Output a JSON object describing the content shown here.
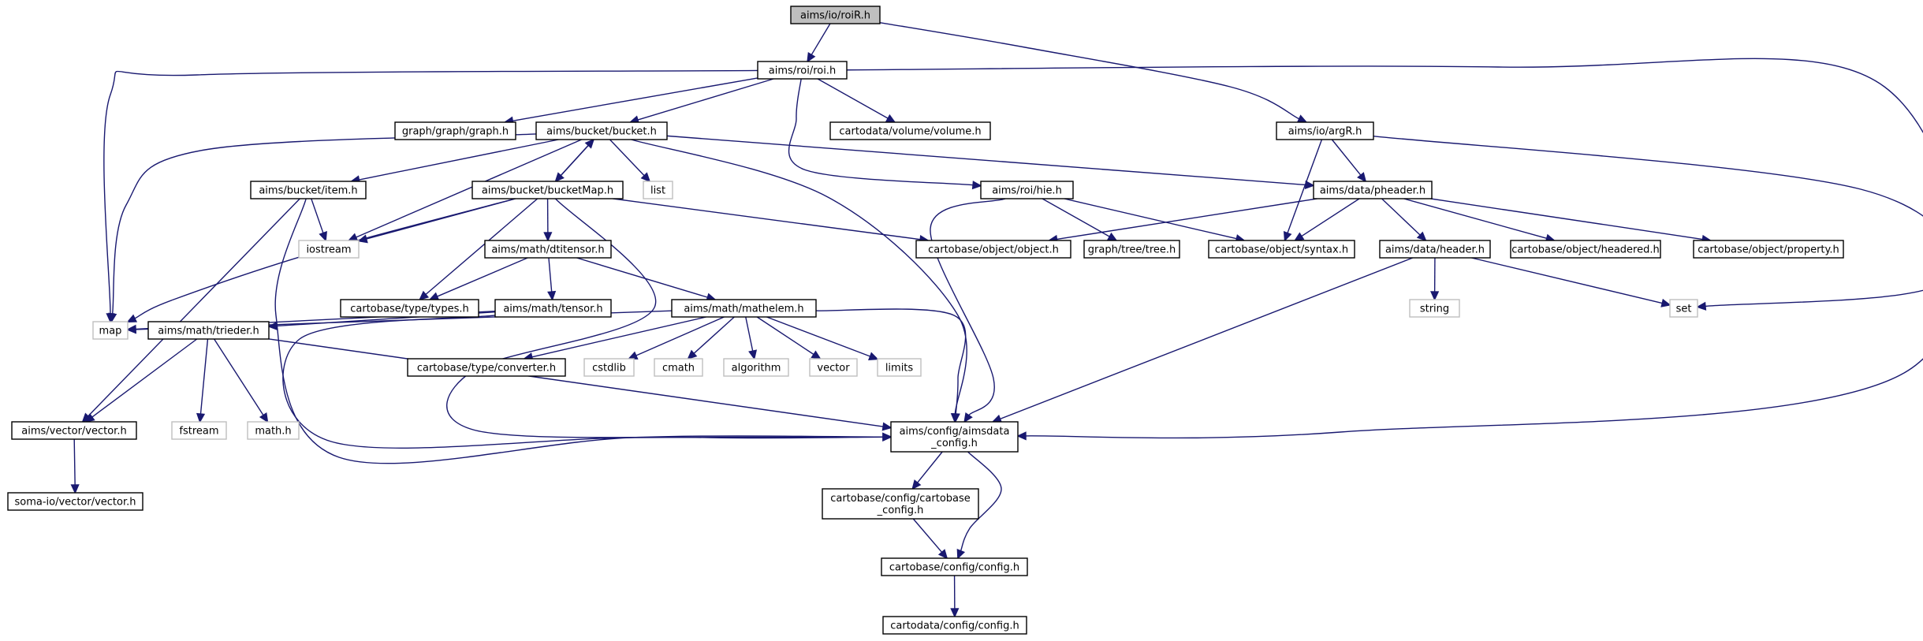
{
  "colors": {
    "edge": "#191970",
    "root_fill": "#bfbfbf",
    "system_border": "#bfbfbf",
    "node_border": "#000000"
  },
  "nodes": [
    {
      "id": "roiR",
      "kind": "root",
      "lines": [
        "aims/io/roiR.h"
      ]
    },
    {
      "id": "roi",
      "kind": "inc",
      "lines": [
        "aims/roi/roi.h"
      ]
    },
    {
      "id": "argR",
      "kind": "inc",
      "lines": [
        "aims/io/argR.h"
      ]
    },
    {
      "id": "graph",
      "kind": "inc",
      "lines": [
        "graph/graph/graph.h"
      ]
    },
    {
      "id": "bucket",
      "kind": "inc",
      "lines": [
        "aims/bucket/bucket.h"
      ]
    },
    {
      "id": "volume",
      "kind": "inc",
      "lines": [
        "cartodata/volume/volume.h"
      ]
    },
    {
      "id": "item",
      "kind": "inc",
      "lines": [
        "aims/bucket/item.h"
      ]
    },
    {
      "id": "bucketMap",
      "kind": "inc",
      "lines": [
        "aims/bucket/bucketMap.h"
      ]
    },
    {
      "id": "list",
      "kind": "sys",
      "lines": [
        "list"
      ]
    },
    {
      "id": "hie",
      "kind": "inc",
      "lines": [
        "aims/roi/hie.h"
      ]
    },
    {
      "id": "pheader",
      "kind": "inc",
      "lines": [
        "aims/data/pheader.h"
      ]
    },
    {
      "id": "iostream",
      "kind": "sys",
      "lines": [
        "iostream"
      ]
    },
    {
      "id": "dtitensor",
      "kind": "inc",
      "lines": [
        "aims/math/dtitensor.h"
      ]
    },
    {
      "id": "object",
      "kind": "inc",
      "lines": [
        "cartobase/object/object.h"
      ]
    },
    {
      "id": "tree",
      "kind": "inc",
      "lines": [
        "graph/tree/tree.h"
      ]
    },
    {
      "id": "syntax",
      "kind": "inc",
      "lines": [
        "cartobase/object/syntax.h"
      ]
    },
    {
      "id": "header",
      "kind": "inc",
      "lines": [
        "aims/data/header.h"
      ]
    },
    {
      "id": "headered",
      "kind": "inc",
      "lines": [
        "cartobase/object/headered.h"
      ]
    },
    {
      "id": "property",
      "kind": "inc",
      "lines": [
        "cartobase/object/property.h"
      ]
    },
    {
      "id": "types",
      "kind": "inc",
      "lines": [
        "cartobase/type/types.h"
      ]
    },
    {
      "id": "tensor",
      "kind": "inc",
      "lines": [
        "aims/math/tensor.h"
      ]
    },
    {
      "id": "mathelem",
      "kind": "inc",
      "lines": [
        "aims/math/mathelem.h"
      ]
    },
    {
      "id": "string",
      "kind": "sys",
      "lines": [
        "string"
      ]
    },
    {
      "id": "set",
      "kind": "sys",
      "lines": [
        "set"
      ]
    },
    {
      "id": "map",
      "kind": "sys",
      "lines": [
        "map"
      ]
    },
    {
      "id": "trieder",
      "kind": "inc",
      "lines": [
        "aims/math/trieder.h"
      ]
    },
    {
      "id": "converter",
      "kind": "inc",
      "lines": [
        "cartobase/type/converter.h"
      ]
    },
    {
      "id": "cstdlib",
      "kind": "sys",
      "lines": [
        "cstdlib"
      ]
    },
    {
      "id": "cmath",
      "kind": "sys",
      "lines": [
        "cmath"
      ]
    },
    {
      "id": "algorithm",
      "kind": "sys",
      "lines": [
        "algorithm"
      ]
    },
    {
      "id": "vector",
      "kind": "sys",
      "lines": [
        "vector"
      ]
    },
    {
      "id": "limits",
      "kind": "sys",
      "lines": [
        "limits"
      ]
    },
    {
      "id": "vectorh",
      "kind": "inc",
      "lines": [
        "aims/vector/vector.h"
      ]
    },
    {
      "id": "fstream",
      "kind": "sys",
      "lines": [
        "fstream"
      ]
    },
    {
      "id": "mathh",
      "kind": "sys",
      "lines": [
        "math.h"
      ]
    },
    {
      "id": "aimsdata_config",
      "kind": "inc",
      "lines": [
        "aims/config/aimsdata",
        "_config.h"
      ]
    },
    {
      "id": "somavector",
      "kind": "inc",
      "lines": [
        "soma-io/vector/vector.h"
      ]
    },
    {
      "id": "cartobase_config",
      "kind": "inc",
      "lines": [
        "cartobase/config/cartobase",
        "_config.h"
      ]
    },
    {
      "id": "config",
      "kind": "inc",
      "lines": [
        "cartobase/config/config.h"
      ]
    },
    {
      "id": "cartodata_config",
      "kind": "inc",
      "lines": [
        "cartodata/config/config.h"
      ]
    }
  ],
  "edges": [
    [
      "roiR",
      "roi"
    ],
    [
      "roiR",
      "argR"
    ],
    [
      "roi",
      "graph"
    ],
    [
      "roi",
      "bucket"
    ],
    [
      "roi",
      "volume"
    ],
    [
      "roi",
      "hie"
    ],
    [
      "roi",
      "map"
    ],
    [
      "roi",
      "aimsdata_config"
    ],
    [
      "argR",
      "pheader"
    ],
    [
      "argR",
      "syntax"
    ],
    [
      "argR",
      "set"
    ],
    [
      "bucket",
      "item"
    ],
    [
      "bucket",
      "bucketMap"
    ],
    [
      "bucket",
      "list"
    ],
    [
      "bucket",
      "iostream"
    ],
    [
      "bucket",
      "map"
    ],
    [
      "bucket",
      "pheader"
    ],
    [
      "bucket",
      "aimsdata_config"
    ],
    [
      "bucketMap",
      "bucket"
    ],
    [
      "bucketMap",
      "iostream"
    ],
    [
      "bucketMap",
      "dtitensor"
    ],
    [
      "bucketMap",
      "types"
    ],
    [
      "bucketMap",
      "map"
    ],
    [
      "bucketMap",
      "object"
    ],
    [
      "bucketMap",
      "aimsdata_config"
    ],
    [
      "item",
      "iostream"
    ],
    [
      "item",
      "vectorh"
    ],
    [
      "item",
      "aimsdata_config"
    ],
    [
      "hie",
      "tree"
    ],
    [
      "hie",
      "syntax"
    ],
    [
      "hie",
      "aimsdata_config"
    ],
    [
      "pheader",
      "object"
    ],
    [
      "pheader",
      "syntax"
    ],
    [
      "pheader",
      "header"
    ],
    [
      "pheader",
      "headered"
    ],
    [
      "pheader",
      "property"
    ],
    [
      "header",
      "string"
    ],
    [
      "header",
      "set"
    ],
    [
      "header",
      "aimsdata_config"
    ],
    [
      "dtitensor",
      "types"
    ],
    [
      "dtitensor",
      "tensor"
    ],
    [
      "dtitensor",
      "mathelem"
    ],
    [
      "tensor",
      "map"
    ],
    [
      "tensor",
      "trieder"
    ],
    [
      "tensor",
      "aimsdata_config"
    ],
    [
      "mathelem",
      "map"
    ],
    [
      "mathelem",
      "converter"
    ],
    [
      "mathelem",
      "cstdlib"
    ],
    [
      "mathelem",
      "cmath"
    ],
    [
      "mathelem",
      "algorithm"
    ],
    [
      "mathelem",
      "vector"
    ],
    [
      "mathelem",
      "limits"
    ],
    [
      "mathelem",
      "aimsdata_config"
    ],
    [
      "trieder",
      "vectorh"
    ],
    [
      "trieder",
      "fstream"
    ],
    [
      "trieder",
      "mathh"
    ],
    [
      "trieder",
      "aimsdata_config"
    ],
    [
      "vectorh",
      "somavector"
    ],
    [
      "aimsdata_config",
      "cartobase_config"
    ],
    [
      "aimsdata_config",
      "config"
    ],
    [
      "cartobase_config",
      "config"
    ],
    [
      "config",
      "cartodata_config"
    ]
  ]
}
